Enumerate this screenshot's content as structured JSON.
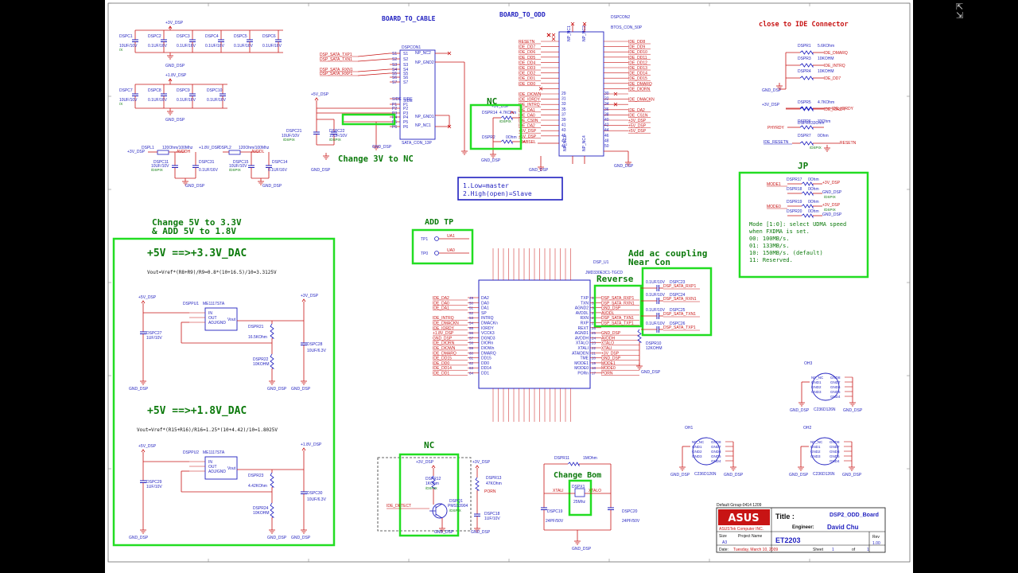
{
  "window": {
    "corner_icon": "expand-arrows-icon"
  },
  "sheet_titles": {
    "board_to_cable": "BOARD_TO_CABLE",
    "board_to_odd": "BOARD_TO_ODD",
    "close_to_ide": "close to IDE Connector"
  },
  "annotations": {
    "nc_top": "NC",
    "change_3v": "Change 3V to NC",
    "mode_line1": "1.Low=master",
    "mode_line2": "2.High(open)=Slave",
    "add_tp": "ADD TP",
    "change_5v_line1": "Change 5V to 3.3V",
    "change_5v_line2": "& ADD 5V to 1.8V",
    "v33_title": "+5V ==>+3.3V_DAC",
    "v33_formula": "Vout=Vref*(R8+R9)/R9=0.8*(10+16.5)/10=3.3125V",
    "v18_title": "+5V ==>+1.8V_DAC",
    "v18_formula": "Vout=Vref*(R15+R16)/R16=1.25*(10+4.42)/10=1.8025V",
    "ac_coupling_line1": "Add ac coupling",
    "ac_coupling_line2": "Near Con",
    "reverse": "Reverse",
    "nc_bottom": "NC",
    "change_bom": "Change Bom",
    "jp": "JP",
    "jp_text": [
      "Mode [1:0]: select UDMA speed",
      "when FXDMA is set.",
      "00: 100MB/s.",
      "01: 133MB/s.",
      "10: 150MB/s. (default)",
      "11: Reserved."
    ]
  },
  "caps_row1": {
    "rail": "+3V_DSP",
    "gnd": "GND_DSP",
    "parts": [
      {
        "ref": "DSPC1",
        "val": "10UF/10V",
        "sub": "/X"
      },
      {
        "ref": "DSPC2",
        "val": "0.1UF/16V"
      },
      {
        "ref": "DSPC3",
        "val": "0.1UF/16V"
      },
      {
        "ref": "DSPC4",
        "val": "0.1UF/16V"
      },
      {
        "ref": "DSPC5",
        "val": "0.1UF/16V"
      },
      {
        "ref": "DSPC6",
        "val": "0.1UF/16V"
      }
    ]
  },
  "caps_row2": {
    "rail": "+1.8V_DSP",
    "gnd": "GND_DSP",
    "parts": [
      {
        "ref": "DSPC7",
        "val": "10UF/10V",
        "sub": "/X"
      },
      {
        "ref": "DSPC8",
        "val": "0.1UF/16V"
      },
      {
        "ref": "DSPC9",
        "val": "0.1UF/16V"
      },
      {
        "ref": "DSPC10",
        "val": "0.1UF/16V"
      }
    ]
  },
  "filters": {
    "l1": {
      "ref": "DSPL1",
      "val": "120Ohm/100Mhz",
      "net": "AVDDH",
      "rail": "+3V_DSP"
    },
    "l2": {
      "ref": "DSPL2",
      "val": "120Ohm/100Mhz",
      "net": "AVDDL",
      "rail": "+1.8V_DSP"
    },
    "c11": {
      "ref": "DSPC11",
      "val": "10UF/10V",
      "sub": "/DSPIX"
    },
    "c31": {
      "ref": "DSPC31",
      "val": "0.1UF/16V"
    },
    "c15": {
      "ref": "DSPC15",
      "val": "10UF/10V",
      "sub": "/DSPIX"
    },
    "c14": {
      "ref": "DSPC14",
      "val": "0.1UF/16V"
    },
    "gnd": "GND_DSP"
  },
  "conn1": {
    "ref": "DSPCON1",
    "name": "SATA_CON_13P",
    "left_pins": [
      "S1",
      "S2",
      "S3",
      "S4",
      "S5",
      "S6",
      "S7",
      "",
      "SIDE",
      "",
      "P1",
      "P2",
      "P3",
      "P4",
      "P5",
      "P6"
    ],
    "right_pins": [
      "NP_NC2",
      "NP_GND2",
      "",
      "",
      "",
      "",
      "",
      "",
      "",
      "",
      "",
      "NP_GND1",
      "",
      "NP_NC1"
    ],
    "nets": [
      "DSP_SATA_TXP1",
      "DSP_SATA_TXN1",
      "DSP_SATA_RXN1",
      "DSP_SATA_RXP1"
    ],
    "rail": "+5V_DSP",
    "c21": {
      "ref": "DSPC21",
      "val": "10UF/10V",
      "sub": "/DSPIX"
    },
    "c22": {
      "ref": "DSPC22",
      "val": "10UF/10V",
      "sub": "/DSPIX"
    },
    "gnd": "GND_DSP"
  },
  "conn2": {
    "ref": "DSPCON2",
    "name": "BTOS_CON_50P",
    "left_nets": [
      "RESETN",
      "IDE_DD7",
      "IDE_DD6",
      "IDE_DD5",
      "IDE_DD4",
      "IDE_DD3",
      "IDE_DD2",
      "IDE_DD1",
      "IDE_DD0",
      "",
      "IDE_DIOWN",
      "IDE_IORDY",
      "IDE_INTRQ",
      "IDE_DA1",
      "IDE_DA0",
      "IDE_CS0N",
      "IDE_DA2",
      "+5V_DSP",
      "+5V_DSP"
    ],
    "right_nets": [
      "IDE_DD8",
      "IDE_DD9",
      "IDE_DD10",
      "IDE_DD11",
      "IDE_DD12",
      "IDE_DD13",
      "IDE_DD14",
      "IDE_DD15",
      "IDE_DMARQ",
      "IDE_DIORN",
      "",
      "IDE_DMACKN",
      "",
      "IDE_DA2",
      "IDE_CS1N",
      "+3V_DSP",
      "+5V_DSP",
      "+5V_DSP"
    ],
    "pin_nums": [
      "29",
      "31",
      "33",
      "35",
      "37",
      "39",
      "41",
      "43",
      "45",
      "47",
      "49"
    ],
    "pin_nums_r": [
      "30",
      "32",
      "34",
      "36",
      "38",
      "40",
      "42",
      "44",
      "46",
      "48",
      "50"
    ],
    "np1": "NP_NC1",
    "np2": "NP_NC2",
    "np3": "NP_NC3",
    "np4": "NP_NC4",
    "cabsel": "CABSEL",
    "r14": {
      "ref": "DSPR14",
      "val": "4.7KOhm",
      "sub": "/DSPIX"
    },
    "r2": {
      "ref": "DSPR2",
      "val": "0Ohm"
    },
    "rail": "+3V_DSP",
    "gnd": "GND_DSP"
  },
  "ide_pullups": {
    "parts": [
      {
        "ref": "DSPR1",
        "val": "5.6KOhm",
        "net": "IDE_DMARQ"
      },
      {
        "ref": "DSPR3",
        "val": "10KOHM",
        "net": "IDE_INTRQ"
      },
      {
        "ref": "DSPR4",
        "val": "10KOHM",
        "net": "IDE_DD7"
      },
      {
        "ref": "DSPR5",
        "val": "4.7KOhm",
        "net": "IDE_IORDY"
      },
      {
        "ref": "DSPR6",
        "val": "33Ohm",
        "net": "PHYRDY"
      },
      {
        "ref": "DSPR7",
        "val": "0Ohm",
        "net": "IDE_RESETN",
        "net2": "RESETN",
        "sub": "/DSPIX"
      }
    ],
    "rail": "+3V_DSP",
    "gnd": "GND_DSP"
  },
  "jp_block": {
    "rows": [
      {
        "ref": "DSPR17",
        "val": "0Ohm",
        "net": "MODE1",
        "rail": "+3V_DSP"
      },
      {
        "ref": "DSPR18",
        "val": "0Ohm",
        "sub": "/DSPIX",
        "rail": "GND_DSP"
      },
      {
        "ref": "DSPR19",
        "val": "0Ohm",
        "net": "MODE0",
        "rail": "+3V_DSP",
        "sub": "/DSPIX"
      },
      {
        "ref": "DSPR20",
        "val": "0Ohm",
        "rail": "GND_DSP"
      }
    ]
  },
  "testpoints": [
    {
      "ref": "TP1",
      "net": "UA1"
    },
    {
      "ref": "TP0",
      "net": "UA0"
    }
  ],
  "chip": {
    "ref": "DSP_U1",
    "part": "JMD330E3C1-TGCD",
    "left_nets": [
      "IDE_DA2",
      "IDE_DA0",
      "IDE_DA1",
      "",
      "IDE_INTRQ",
      "IDE_DMACKN",
      "IDE_IORDY",
      "+1.8V_DSP",
      "GND_DSP",
      "IDE_DIORN",
      "IDE_DIOWN",
      "IDE_DMARQ",
      "IDE_DD15",
      "IDE_DD0",
      "IDE_DD14",
      "IDE_DD1"
    ],
    "left_pins": [
      "DA2",
      "DA0",
      "DA1",
      "SP",
      "INTRQ",
      "DMACKn",
      "IORDY",
      "VCCK3",
      "DGND3",
      "DIORn",
      "DIOWn",
      "DMARQ",
      "DD15",
      "DD0",
      "DD14",
      "DD1"
    ],
    "left_nums": [
      "49",
      "50",
      "51",
      "52",
      "53",
      "54",
      "55",
      "56",
      "57",
      "58",
      "59",
      "60",
      "61",
      "62",
      "63",
      "64"
    ],
    "right_pins": [
      "TXP",
      "TXN",
      "AGND2",
      "AVDDL",
      "RXN",
      "RXP",
      "REXT",
      "AGND1",
      "AVDDH",
      "XTALO",
      "XTALI",
      "ATAIDEN",
      "TME",
      "MODE1",
      "MODE0",
      "PORn"
    ],
    "right_nums": [
      "32",
      "31",
      "30",
      "29",
      "28",
      "27",
      "26",
      "25",
      "24",
      "23",
      "22",
      "21",
      "20",
      "19",
      "18",
      "17"
    ],
    "right_nets": [
      "DSP_SATA_RXP1",
      "DSP_SATA_RXN1",
      "GND_DSP",
      "AVDDL",
      "DSP_SATA_TXN1",
      "DSP_SATA_TXP1",
      "",
      "GND_DSP",
      "AVDDH",
      "XTALO",
      "XTALI",
      "+3V_DSP",
      "GND_DSP",
      "MODE1",
      "MODE0",
      "PORN"
    ],
    "r10": {
      "ref": "DSPR10",
      "val": "12KOHM"
    },
    "gnd": "GND_DSP"
  },
  "ac_caps": [
    {
      "ref": "DSPC23",
      "val": "0.1UF/10V",
      "net": "DSP_SATA_RXP1"
    },
    {
      "ref": "DSPC24",
      "val": "0.1UF/10V",
      "net": "DSP_SATA_RXN1"
    },
    {
      "ref": "DSPC25",
      "val": "0.1UF/10V",
      "net": "DSP_SATA_TXN1"
    },
    {
      "ref": "DSPC26",
      "val": "0.1UF/10V",
      "net": "DSP_SATA_TXP1"
    }
  ],
  "reg1": {
    "ref": "DSPPU1",
    "part": "ME1117STA",
    "pins": [
      "IN",
      "OUT",
      "ADJ/GND"
    ],
    "vout": "Vout",
    "in_rail": "+5V_DSP",
    "out_rail": "+3V_DSP",
    "c27": {
      "ref": "DSPC27",
      "val": "1UF/10V"
    },
    "r21": {
      "ref": "DSPR21",
      "val": "16.5KOhm"
    },
    "r22": {
      "ref": "DSPR22",
      "val": "10KOHM"
    },
    "c28": {
      "ref": "DSPC28",
      "val": "10UF/6.3V"
    },
    "gnd": "GND_DSP"
  },
  "reg2": {
    "ref": "DSPPU2",
    "part": "ME1117STA",
    "pins": [
      "IN",
      "OUT",
      "ADJ/GND"
    ],
    "vout": "Vout",
    "in_rail": "+5V_DSP",
    "out_rail": "+1.8V_DSP",
    "c29": {
      "ref": "DSPC29",
      "val": "1UF/10V"
    },
    "r23": {
      "ref": "DSPR23",
      "val": "4.42KOhm"
    },
    "r24": {
      "ref": "DSPR24",
      "val": "10KOHM"
    },
    "c30": {
      "ref": "DSPC30",
      "val": "10UF/6.3V"
    },
    "gnd": "GND_DSP"
  },
  "detect": {
    "rail": "+3V_DSP",
    "r12": {
      "ref": "DSPR12",
      "val": "1KOhm",
      "sub": "/DSPIX"
    },
    "q1": {
      "ref": "DSPQ1",
      "val": "PMSS3904",
      "sub": "/DSPIX"
    },
    "net": "IDE_DETECT",
    "r13": {
      "ref": "DSPR13",
      "val": "47KOhm"
    },
    "porn": "PORN",
    "c18": {
      "ref": "DSPC18",
      "val": "1UF/10V"
    },
    "rail2": "+3V_DSP",
    "gnd": "GND_DSP"
  },
  "crystal": {
    "r11": {
      "ref": "DSPR11",
      "val": "1MOhm"
    },
    "x1": {
      "ref": "DSPX1",
      "val": "25Mhz"
    },
    "xtali": "XTALI",
    "xtalo": "XTALO",
    "c19": {
      "ref": "DSPC19",
      "val": "24PF/50V"
    },
    "c20": {
      "ref": "DSPC20",
      "val": "24PF/50V"
    },
    "gnd": "GND_DSP"
  },
  "oh_parts": [
    {
      "ref": "OH3",
      "part": "C236D126N",
      "left": [
        "NP_NC",
        "GND1",
        "GND2",
        "GND3"
      ],
      "right": [
        "GND8",
        "GND7",
        "GND6",
        "GND5",
        "GND4"
      ],
      "gnd": "GND_DSP"
    },
    {
      "ref": "OH1",
      "part": "C236D126N",
      "left": [
        "NP_NC",
        "GND1",
        "GND2",
        "GND3"
      ],
      "right": [
        "GND8",
        "GND7",
        "GND6",
        "GND5",
        "GND4"
      ],
      "gnd": "GND_DSP"
    },
    {
      "ref": "OH2",
      "part": "C236D126N",
      "left": [
        "NP_NC",
        "GND1",
        "GND2",
        "GND3"
      ],
      "right": [
        "GND8",
        "GND7",
        "GND6",
        "GND5",
        "GND4"
      ],
      "gnd": "GND_DSP"
    }
  ],
  "title_block": {
    "group": "Default Group-0414 1209",
    "logo": "ASUS",
    "company": "ASUSTek Computer INC.",
    "title_label": "Title :",
    "title": "DSP2_ODD_Board",
    "engineer_label": "Engineer:",
    "engineer": "David Chu",
    "size_label": "Size",
    "size": "A3",
    "project_label": "Project Name",
    "project": "ET2203",
    "rev_label": "Rev",
    "rev": "1.00",
    "date_label": "Date:",
    "date": "Tuesday, March 10, 2009",
    "sheet_label": "Sheet",
    "sheet": "1",
    "of_label": "of",
    "of": "1"
  },
  "colors": {
    "wire": "#c81414",
    "part": "#1f1fbf",
    "highlight": "#22dd22",
    "net_label": "#c81414"
  }
}
